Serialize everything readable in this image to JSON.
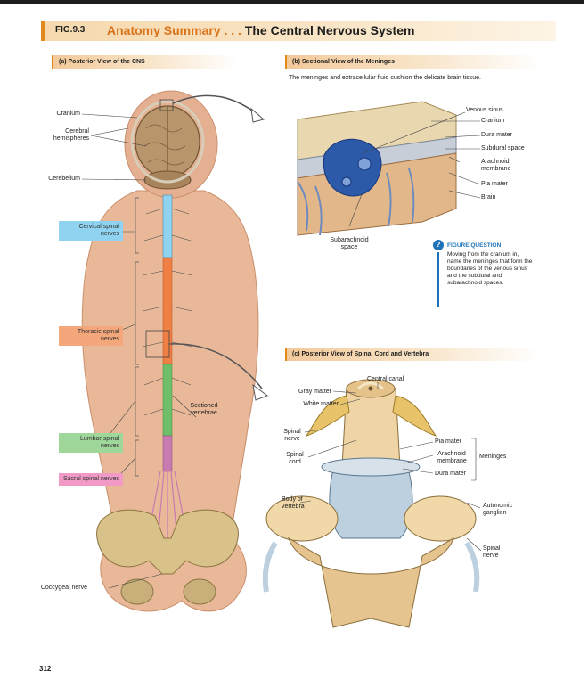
{
  "figure": {
    "label": "FIG.9.3",
    "title_part1": "Anatomy Summary . . .",
    "title_part2": "The Central Nervous System"
  },
  "panel_a": {
    "header": "(a) Posterior View of the CNS",
    "labels": {
      "cranium": "Cranium",
      "cerebral_hemispheres": "Cerebral hemispheres",
      "cerebellum": "Cerebellum",
      "cervical": "Cervical spinal nerves",
      "thoracic": "Thoracic spinal nerves",
      "lumbar": "Lumbar spinal nerves",
      "sacral": "Sacral spinal nerves",
      "coccygeal": "Coccygeal nerve",
      "sectioned_vertebrae": "Sectioned vertebrae"
    },
    "colors": {
      "cervical": "#8fd3f0",
      "thoracic": "#f4a77a",
      "lumbar": "#9fd79a",
      "sacral": "#f29ac6"
    }
  },
  "panel_b": {
    "header": "(b) Sectional View of the Meninges",
    "caption": "The meninges and extracellular fluid cushion the delicate brain tissue.",
    "labels": {
      "venous_sinus": "Venous sinus",
      "cranium": "Cranium",
      "dura_mater": "Dura mater",
      "subdural_space": "Subdural space",
      "arachnoid_membrane": "Arachnoid membrane",
      "pia_mater": "Pia mater",
      "brain": "Brain",
      "subarachnoid_space": "Subarachnoid space"
    }
  },
  "figure_question": {
    "title": "FIGURE QUESTION",
    "text": "Moving from the cranium in, name the meninges that form the boundaries of the venous sinus and the subdural and subarachnoid spaces."
  },
  "panel_c": {
    "header": "(c) Posterior View of Spinal Cord and Vertebra",
    "labels": {
      "central_canal": "Central canal",
      "gray_matter": "Gray matter",
      "white_matter": "White matter",
      "spinal_nerve_left": "Spinal nerve",
      "spinal_cord": "Spinal cord",
      "body_of_vertebra": "Body of vertebra",
      "pia_mater": "Pia mater",
      "arachnoid_membrane": "Arachnoid membrane",
      "dura_mater": "Dura mater",
      "meninges": "Meninges",
      "autonomic_ganglion": "Autonomic ganglion",
      "spinal_nerve_right": "Spinal nerve"
    }
  },
  "page_number": "312"
}
